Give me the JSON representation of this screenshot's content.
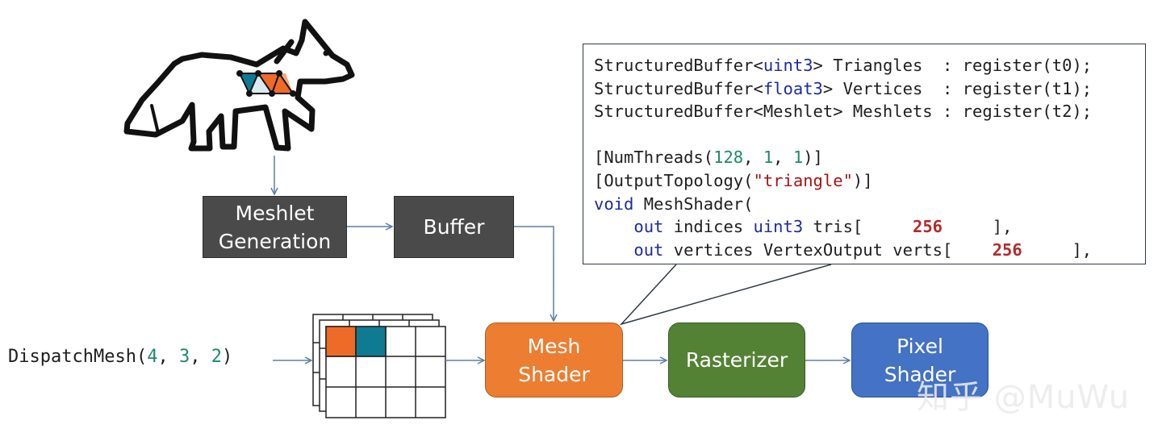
{
  "nodes": {
    "meshlet_generation": {
      "line1": "Meshlet",
      "line2": "Generation"
    },
    "buffer": "Buffer",
    "mesh_shader": {
      "line1": "Mesh",
      "line2": "Shader"
    },
    "rasterizer": "Rasterizer",
    "pixel_shader": {
      "line1": "Pixel",
      "line2": "Shader"
    }
  },
  "dispatch": {
    "fn": "DispatchMesh(",
    "x": "4",
    "sep1": ", ",
    "y": "3",
    "sep2": ", ",
    "z": "2",
    "close": ")"
  },
  "code": {
    "l1": {
      "a": "StructuredBuffer<",
      "type": "uint3",
      "b": "> Triangles  : register(t0);"
    },
    "l2": {
      "a": "StructuredBuffer<",
      "type": "float3",
      "b": "> Vertices  : register(t1);"
    },
    "l3": "StructuredBuffer<Meshlet> Meshlets : register(t2);",
    "l5": {
      "a": "[NumThreads(",
      "n1": "128",
      "c1": ", ",
      "n2": "1",
      "c2": ", ",
      "n3": "1",
      "b": ")]"
    },
    "l6": {
      "a": "[OutputTopology(",
      "str": "\"triangle\"",
      "b": ")]"
    },
    "l7": {
      "kw": "void",
      "b": " MeshShader("
    },
    "l8": {
      "indent": "    ",
      "kw1": "out",
      "b": " indices ",
      "kw2": "uint3",
      "c": " tris[",
      "gap1": "     ",
      "count": "256",
      "gap2": "     ",
      "d": "],"
    },
    "l9": {
      "indent": "    ",
      "kw1": "out",
      "b": " vertices VertexOutput verts[",
      "gap1": "    ",
      "count": "256",
      "gap2": "     ",
      "d": "],"
    }
  },
  "watermark": "知乎 @MuWu",
  "colors": {
    "dark_box": "#4a4a4a",
    "mesh_shader": "#ed7d31",
    "rasterizer": "#548235",
    "pixel_shader": "#4472c4",
    "arrow": "#5b7fa8",
    "teal": "#0f7b93",
    "orange": "#ee6a27"
  }
}
